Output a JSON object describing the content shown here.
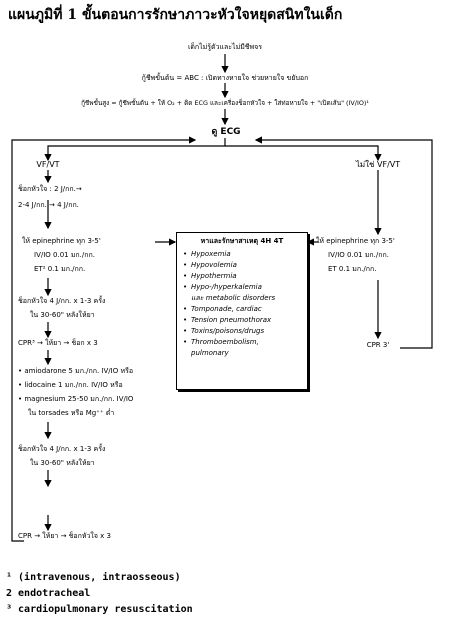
{
  "title": "แผนภูมิที่ 1 ขั้นตอนการรักษาภาวะหัวใจหยุดสนิทในเด็ก",
  "steps": {
    "s1": "เด็กไม่รู้ตัวและไม่มีชีพจร",
    "s2": "กู้ชีพขั้นต้น = ABC : เปิดทางหายใจ ช่วยหายใจ ขยับอก",
    "s3": "กู้ชีพขั้นสูง = กู้ชีพขั้นต้น + ให้ O₂ + ติด ECG และเครื่องช็อกหัวใจ + ใส่ท่อหายใจ + \"เปิดเส้น\" (IV/IO)¹",
    "ecg": "ดู ECG",
    "vf": "VF/VT",
    "nonvf": "ไม่ใช่ VF/VT"
  },
  "left": {
    "l1": "ช็อกหัวใจ : 2 J/กก.→",
    "l2": "2-4 J/กก. → 4 J/กก.",
    "l3a": "ให้ epinephrine ทุก 3-5'",
    "l3b": "IV/IO 0.01 มก./กก.",
    "l3c": "ET² 0.1 มก./กก.",
    "l4a": "ช็อกหัวใจ 4 J/กก. x 1-3 ครั้ง",
    "l4b": "ใน 30-60\" หลังให้ยา",
    "l5": "CPR³ → ให้ยา → ช็อก x 3",
    "l6a": "• amiodarone 5 มก./กก. IV/IO หรือ",
    "l6b": "• lidocaine 1 มก./กก. IV/IO หรือ",
    "l6c": "• magnesium 25-50 มก./กก. IV/IO",
    "l6d": "ใน torsades หรือ Mg⁺⁺ ต่ำ",
    "l7a": "ช็อกหัวใจ 4 J/กก. x 1-3 ครั้ง",
    "l7b": "ใน 30-60\" หลังให้ยา",
    "l8": "CPR → ให้ยา → ช็อกหัวใจ x 3"
  },
  "right": {
    "r1a": "ให้ epinephrine ทุก 3-5'",
    "r1b": "IV/IO 0.01 มก./กก.",
    "r1c": "ET 0.1 มก./กก.",
    "r2": "CPR 3'"
  },
  "causes": {
    "header": "หาและรักษาสาเหตุ 4H 4T",
    "items": [
      "Hypoxemia",
      "Hypovolemia",
      "Hypothermia",
      "Hypo-/hyperkalemia",
      "และ metabolic disorders",
      "Tomponade, cardiac",
      "Tension pneumothorax",
      "Toxins/poisons/drugs",
      "Thromboembolism,",
      "pulmonary"
    ]
  },
  "footnotes": {
    "f1": "¹ (intravenous, intraosseous)",
    "f2": "2 endotracheal",
    "f3": "³ cardiopulmonary resuscitation"
  }
}
